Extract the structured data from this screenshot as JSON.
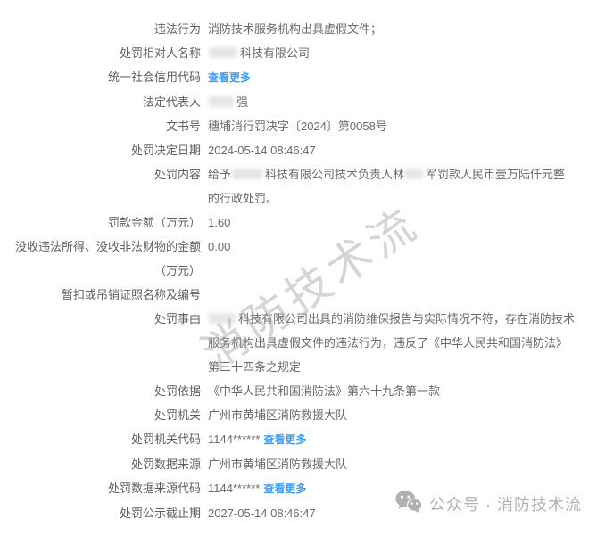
{
  "colors": {
    "link": "#3d9bfd",
    "label_text": "#5f5f5f",
    "value_text": "#6b6b6b",
    "watermark": "#9b9b9b",
    "footer_text": "#b3b3b3"
  },
  "rows": [
    {
      "label": "违法行为",
      "value": "消防技术服务机构出具虚假文件；"
    },
    {
      "label": "处罚相对人名称",
      "value": "科技有限公司",
      "redacted_prefix": true
    },
    {
      "label": "统一社会信用代码",
      "link": "查看更多"
    },
    {
      "label": "法定代表人",
      "value": "强",
      "redacted_prefix": true
    },
    {
      "label": "文书号",
      "value": "穗埔消行罚决字〔2024〕第0058号"
    },
    {
      "label": "处罚决定日期",
      "value": "2024-05-14 08:46:47"
    },
    {
      "label": "处罚内容",
      "value_pre": "给予",
      "value_mid": "科技有限公司技术负责人林",
      "value_post": "军罚款人民币壹万陆仟元整的行政处罚。"
    },
    {
      "label": "罚款金额（万元）",
      "value": "1.60"
    },
    {
      "label": "没收违法所得、没收非法财物的金额（万元）",
      "value": "0.00"
    },
    {
      "label": "暂扣或吊销证照名称及编号",
      "value": ""
    },
    {
      "label": "处罚事由",
      "value": "科技有限公司出具的消防维保报告与实际情况不符，存在消防技术服务机构出具虚假文件的违法行为，违反了《中华人民共和国消防法》第三十四条之规定",
      "redacted_prefix": true
    },
    {
      "label": "处罚依据",
      "value": "《中华人民共和国消防法》第六十九条第一款"
    },
    {
      "label": "处罚机关",
      "value": "广州市黄埔区消防救援大队"
    },
    {
      "label": "处罚机关代码",
      "value": "1144******",
      "link": "查看更多"
    },
    {
      "label": "处罚数据来源",
      "value": "广州市黄埔区消防救援大队"
    },
    {
      "label": "处罚数据来源代码",
      "value": "1144******",
      "link": "查看更多"
    },
    {
      "label": "处罚公示截止期",
      "value": "2027-05-14 08:46:47"
    }
  ],
  "watermark": {
    "text": "消防技术流"
  },
  "footer": {
    "icon": "wechat-icon",
    "label": "公众号 · 消防技术流"
  }
}
